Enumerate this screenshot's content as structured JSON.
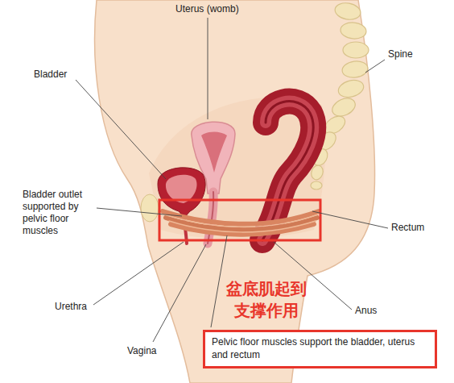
{
  "diagram": {
    "nodes": [
      {
        "text": [
          "Pelvic floor muscles support the bladder, uterus and rectum"
        ]
      }
    ],
    "labels": [
      "Uterus (womb)",
      "Spine",
      "Bladder",
      "Bladder outlet supported by pelvic floor muscles",
      "Rectum",
      "Urethra",
      "盆底肌起到 支撑作用",
      "Anus",
      "Vagina"
    ]
  }
}
